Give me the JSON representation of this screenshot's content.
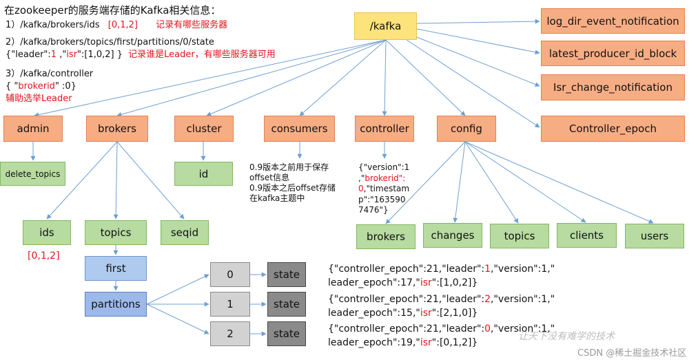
{
  "info": {
    "title": "在zookeeper的服务端存储的Kafka相关信息：",
    "l1_path": "1）/kafka/brokers/ids",
    "l1_val": "[0,1,2]",
    "l1_note": "记录有哪些服务器",
    "l2_path": "2）/kafka/brokers/topics/first/partitions/0/state",
    "l2_json_a": "{\"leader\":",
    "l2_json_b": "1",
    "l2_json_c": " ,\"",
    "l2_json_d": "isr",
    "l2_json_e": "\":[1,0,2] }",
    "l2_note": "记录谁是Leader，有哪些服务器可用",
    "l3_path": "3）/kafka/controller",
    "l3_json_a": "{ \"",
    "l3_json_b": "brokerid",
    "l3_json_c": "\" :0}",
    "l3_note": "辅助选举Leader"
  },
  "nodes": {
    "kafka": "/kafka",
    "log_dir": "log_dir_event_notification",
    "latest_producer": "latest_producer_id_block",
    "isr_change": "Isr_change_notification",
    "controller_epoch": "Controller_epoch",
    "admin": "admin",
    "brokers": "brokers",
    "cluster": "cluster",
    "consumers": "consumers",
    "controller": "controller",
    "config": "config",
    "delete_topics": "delete_topics",
    "id": "id",
    "ids": "ids",
    "topics": "topics",
    "seqid": "seqid",
    "first": "first",
    "partitions": "partitions",
    "p0": "0",
    "p1": "1",
    "p2": "2",
    "state": "state",
    "cfg_brokers": "brokers",
    "cfg_changes": "changes",
    "cfg_topics": "topics",
    "cfg_clients": "clients",
    "cfg_users": "users"
  },
  "notes": {
    "ids_val": "[0,1,2]",
    "consumers_1": "0.9版本之前用于保存",
    "consumers_2": "offset信息",
    "consumers_3": "0.9版本之后offset存储",
    "consumers_4": "在kafka主题中",
    "ctrl_1": "{\"version\":1",
    "ctrl_2a": ",\"",
    "ctrl_2b": "brokerid",
    "ctrl_2c": "\":",
    "ctrl_3a": "0",
    "ctrl_3b": ",\"timestam",
    "ctrl_4": "p\":\"163590",
    "ctrl_5": "7476\"}",
    "s0_a": "{\"controller_epoch\":21,\"leader\":",
    "s0_b": "1",
    "s0_c": ",\"version\":1,\"",
    "s0_d": "leader_epoch\":17,\"",
    "s0_e": "isr",
    "s0_f": "\":[1,0,2]}",
    "s1_a": "{\"controller_epoch\":21,\"leader\":",
    "s1_b": "2",
    "s1_c": ",\"version\":1,\"",
    "s1_d": "leader_epoch\":15,\"",
    "s1_e": "isr",
    "s1_f": "\":[2,1,0]}",
    "s2_a": "{\"controller_epoch\":21,\"leader\":",
    "s2_b": "0",
    "s2_c": ",\"version\":1,\"",
    "s2_d": "leader_epoch\":19,\"",
    "s2_e": "isr",
    "s2_f": "\":[0,1,2]}"
  },
  "watermark": {
    "sig": "让天下没有难学的技术",
    "csdn": "CSDN @稀土掘金技术社区"
  },
  "colors": {
    "line": "#6e9fd0",
    "accent_red": "#e0141e"
  }
}
